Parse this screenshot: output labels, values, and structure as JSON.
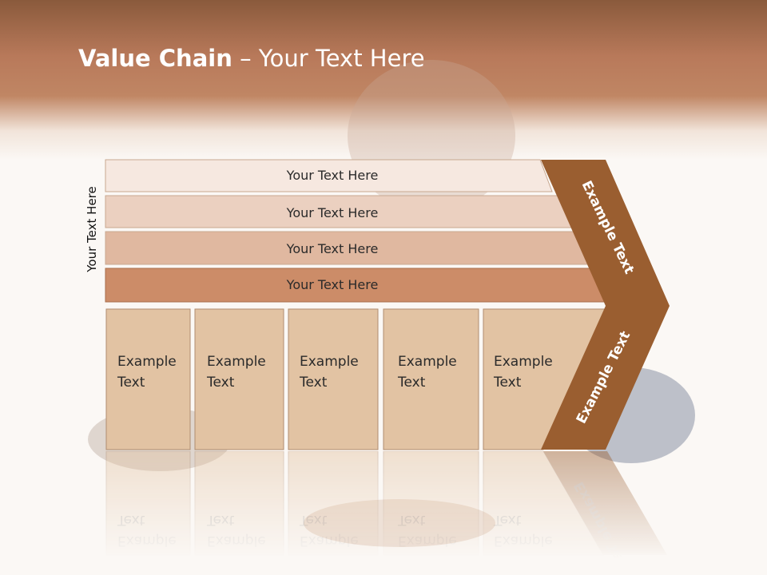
{
  "slide": {
    "title_bold": "Value Chain",
    "title_rest": " – Your Text Here",
    "side_label": "Your Text Here"
  },
  "bars": [
    {
      "label": "Your Text Here",
      "color": "#f6e8e0"
    },
    {
      "label": "Your Text Here",
      "color": "#ebd0c0"
    },
    {
      "label": "Your Text Here",
      "color": "#e0b8a0"
    },
    {
      "label": "Your Text Here",
      "color": "#cc8c68"
    }
  ],
  "boxes": [
    {
      "line1": "Example",
      "line2": "Text"
    },
    {
      "line1": "Example",
      "line2": "Text"
    },
    {
      "line1": "Example",
      "line2": "Text"
    },
    {
      "line1": "Example",
      "line2": "Text"
    },
    {
      "line1": "Example",
      "line2": "Text"
    }
  ],
  "chevron": {
    "upper_label": "Example Text",
    "lower_label": "Example Text",
    "color": "#9a5e30"
  },
  "colors": {
    "box_fill": "#e2c3a3",
    "box_stroke": "#b08d70",
    "header": "#b8795a"
  }
}
